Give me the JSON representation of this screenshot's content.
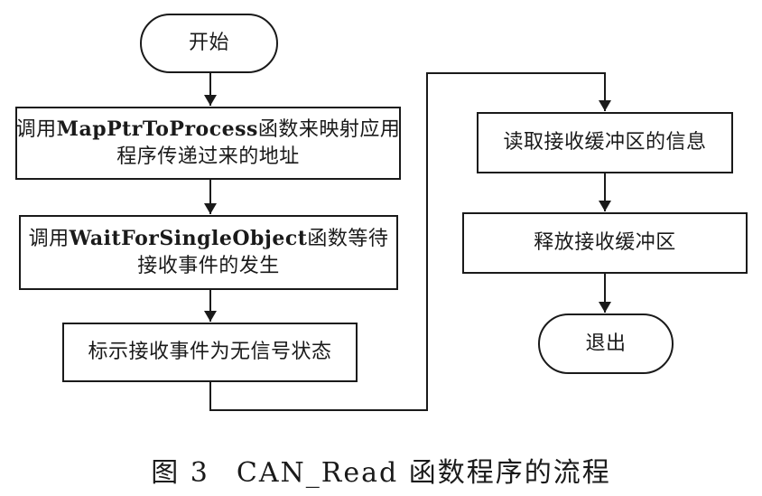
{
  "figure": {
    "caption_label": "图 3",
    "caption_title": "CAN_Read 函数程序的流程"
  },
  "nodes": {
    "start": {
      "type": "terminal",
      "text": "开始"
    },
    "map_ptr": {
      "type": "process",
      "line1_prefix": "调用",
      "line1_code": "MapPtrToProcess",
      "line1_suffix": "函数来映射应用",
      "line2": "程序传递过来的地址"
    },
    "wait": {
      "type": "process",
      "line1_prefix": "调用",
      "line1_code": "WaitForSingleObject",
      "line1_suffix": "函数等待",
      "line2": "接收事件的发生"
    },
    "mark": {
      "type": "process",
      "text": "标示接收事件为无信号状态"
    },
    "read": {
      "type": "process",
      "text": "读取接收缓冲区的信息"
    },
    "release": {
      "type": "process",
      "text": "释放接收缓冲区"
    },
    "exit": {
      "type": "terminal",
      "text": "退出"
    }
  },
  "edges": [
    {
      "from": "start",
      "to": "map_ptr"
    },
    {
      "from": "map_ptr",
      "to": "wait"
    },
    {
      "from": "wait",
      "to": "mark"
    },
    {
      "from": "mark",
      "to": "read"
    },
    {
      "from": "read",
      "to": "release"
    },
    {
      "from": "release",
      "to": "exit"
    }
  ],
  "colors": {
    "stroke": "#1a1a1a",
    "background": "#ffffff"
  }
}
